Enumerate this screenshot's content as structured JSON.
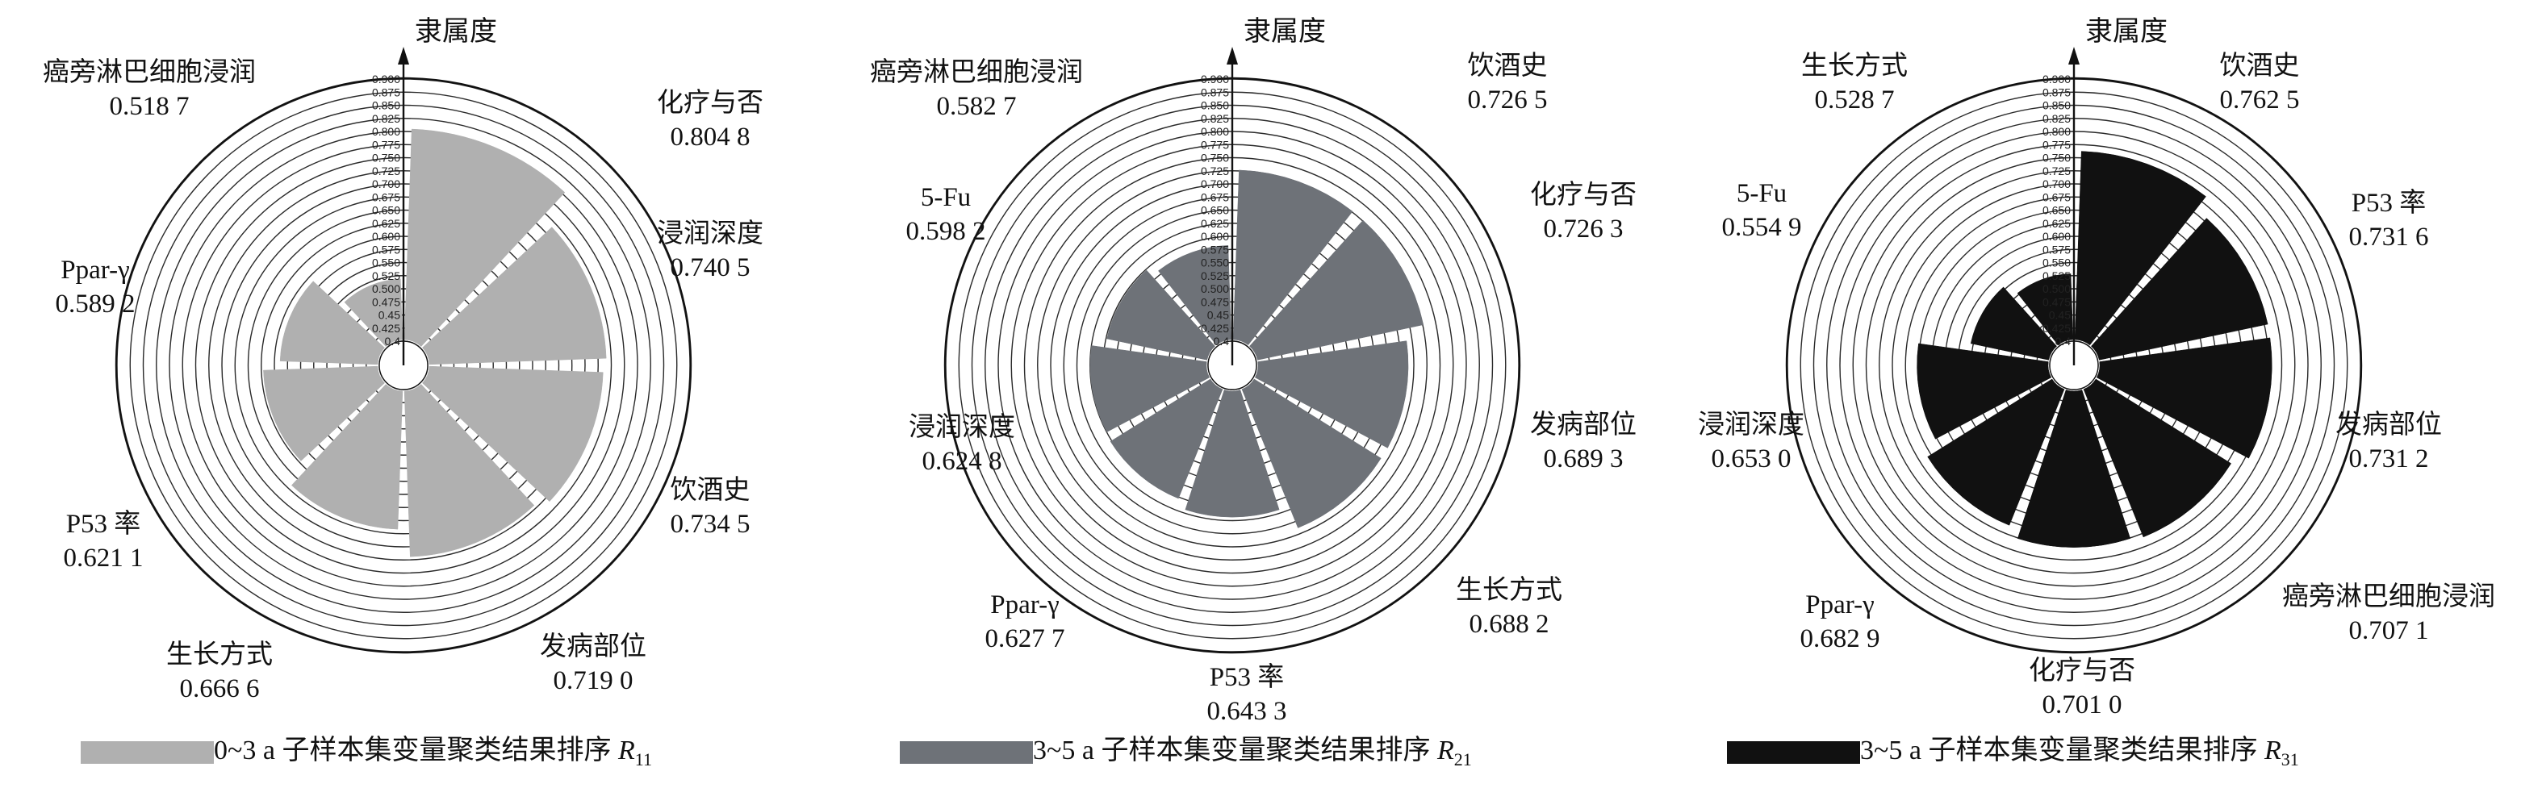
{
  "chart_data": [
    {
      "type": "polar-bar",
      "axis_label": "隶属度",
      "r_ticks": [
        "0.4",
        "0.425",
        "0.45",
        "0.475",
        "0.500",
        "0.525",
        "0.550",
        "0.575",
        "0.600",
        "0.625",
        "0.650",
        "0.675",
        "0.700",
        "0.725",
        "0.750",
        "0.775",
        "0.800",
        "0.825",
        "0.850",
        "0.875",
        "0.900"
      ],
      "r_range": [
        0.4,
        0.9
      ],
      "color": "#b0b0b0",
      "caption": "0~3 a 子样本集变量聚类结果排序 R11",
      "caption_text": "0~3 a 子样本集变量聚类结果排序 ",
      "caption_sym": "R",
      "caption_sub": "11",
      "categories": [
        "化疗与否",
        "浸润深度",
        "饮酒史",
        "发病部位",
        "生长方式",
        "P53 率",
        "Ppar-γ",
        "癌旁淋巴细胞浸润"
      ],
      "value_labels": [
        "0.804 8",
        "0.740 5",
        "0.734 5",
        "0.719 0",
        "0.666 6",
        "0.621 1",
        "0.589 2",
        "0.518 7"
      ],
      "values": [
        0.8048,
        0.7405,
        0.7345,
        0.719,
        0.6666,
        0.6211,
        0.5892,
        0.5187
      ]
    },
    {
      "type": "polar-bar",
      "axis_label": "隶属度",
      "r_ticks": [
        "0.4",
        "0.425",
        "0.45",
        "0.475",
        "0.500",
        "0.525",
        "0.550",
        "0.575",
        "0.600",
        "0.625",
        "0.650",
        "0.675",
        "0.700",
        "0.725",
        "0.750",
        "0.775",
        "0.800",
        "0.825",
        "0.850",
        "0.875",
        "0.900"
      ],
      "r_range": [
        0.4,
        0.9
      ],
      "color": "#6e7278",
      "caption": "3~5 a 子样本集变量聚类结果排序 R21",
      "caption_text": "3~5 a 子样本集变量聚类结果排序 ",
      "caption_sym": "R",
      "caption_sub": "21",
      "categories": [
        "饮酒史",
        "化疗与否",
        "发病部位",
        "生长方式",
        "P53 率",
        "Ppar-γ",
        "浸润深度",
        "5-Fu",
        "癌旁淋巴细胞浸润"
      ],
      "value_labels": [
        "0.726 5",
        "0.726 3",
        "0.689 3",
        "0.688 2",
        "0.643 3",
        "0.627 7",
        "0.624 8",
        "0.598 2",
        "0.582 7"
      ],
      "values": [
        0.7265,
        0.7263,
        0.6893,
        0.6882,
        0.6433,
        0.6277,
        0.6248,
        0.5982,
        0.5827
      ]
    },
    {
      "type": "polar-bar",
      "axis_label": "隶属度",
      "r_ticks": [
        "0.4",
        "0.425",
        "0.45",
        "0.475",
        "0.500",
        "0.525",
        "0.550",
        "0.575",
        "0.600",
        "0.625",
        "0.650",
        "0.675",
        "0.700",
        "0.725",
        "0.750",
        "0.775",
        "0.800",
        "0.825",
        "0.850",
        "0.875",
        "0.900"
      ],
      "r_range": [
        0.4,
        0.9
      ],
      "color": "#111111",
      "caption": "3~5 a 子样本集变量聚类结果排序 R31",
      "caption_text": "3~5 a 子样本集变量聚类结果排序 ",
      "caption_sym": "R",
      "caption_sub": "31",
      "categories": [
        "饮酒史",
        "P53 率",
        "发病部位",
        "癌旁淋巴细胞浸润",
        "化疗与否",
        "Ppar-γ",
        "浸润深度",
        "5-Fu",
        "生长方式"
      ],
      "value_labels": [
        "0.762 5",
        "0.731 6",
        "0.731 2",
        "0.707 1",
        "0.701 0",
        "0.682 9",
        "0.653 0",
        "0.554 9",
        "0.528 7"
      ],
      "values": [
        0.7625,
        0.7316,
        0.7312,
        0.7071,
        0.701,
        0.6829,
        0.653,
        0.5549,
        0.5287
      ]
    }
  ]
}
